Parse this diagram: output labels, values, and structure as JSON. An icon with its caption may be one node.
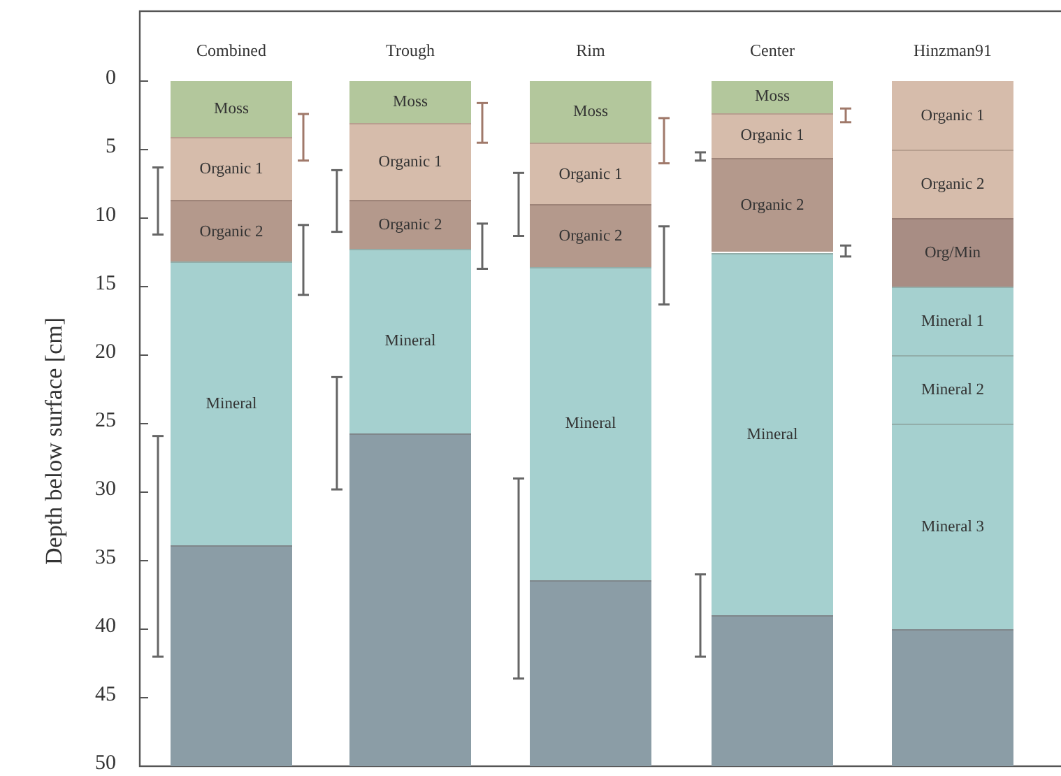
{
  "diagram": {
    "nodes": [
      {
        "text": [
          "Moss"
        ]
      },
      {
        "text": [
          "Organic 1"
        ]
      },
      {
        "text": [
          "Organic 2"
        ]
      },
      {
        "text": [
          "Mineral"
        ]
      },
      {
        "text": [],
        "shape": "box"
      },
      {
        "text": [
          "Moss"
        ]
      },
      {
        "text": [
          "Organic 1"
        ]
      },
      {
        "text": [
          "Organic 2"
        ]
      },
      {
        "text": [
          "Mineral"
        ]
      },
      {
        "text": [],
        "shape": "box"
      },
      {
        "text": [
          "Moss"
        ]
      },
      {
        "text": [
          "Organic 1"
        ]
      },
      {
        "text": [
          "Organic 2"
        ]
      },
      {
        "text": [
          "Mineral"
        ]
      },
      {
        "text": [],
        "shape": "box"
      },
      {
        "text": [
          "Moss"
        ]
      },
      {
        "text": [
          "Organic 1"
        ]
      },
      {
        "text": [
          "Organic 2"
        ]
      },
      {
        "text": [
          "Mineral"
        ]
      },
      {
        "text": [],
        "shape": "box"
      },
      {
        "text": [
          "Organic 1"
        ]
      },
      {
        "text": [
          "Organic 2"
        ]
      },
      {
        "text": [
          "Org/Min"
        ]
      },
      {
        "text": [
          "Mineral 1"
        ]
      },
      {
        "text": [
          "Mineral 2"
        ]
      },
      {
        "text": [
          "Mineral 3"
        ]
      },
      {
        "text": [],
        "shape": "box"
      }
    ],
    "labels": [
      "Combined",
      "Trough",
      "Rim",
      "Center",
      "Hinzman91",
      "Depth below surface [cm]",
      "0",
      "5",
      "10",
      "15",
      "20",
      "25",
      "30",
      "35",
      "40",
      "45",
      "50"
    ]
  }
}
